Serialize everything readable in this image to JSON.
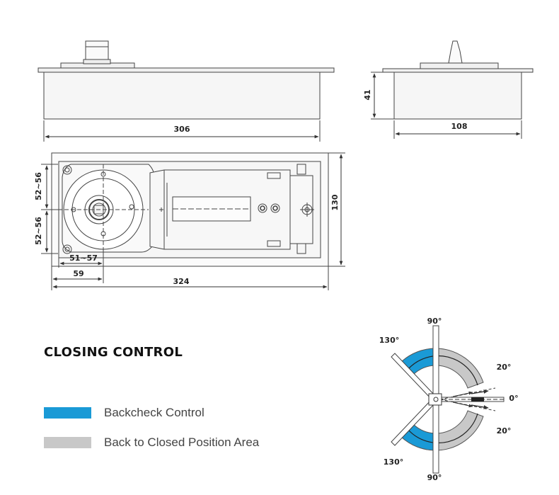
{
  "dimensions": {
    "side_length": "306",
    "end_height": "41",
    "end_width": "108",
    "plan_offset_top": "52~56",
    "plan_offset_bottom": "52~56",
    "plan_height": "130",
    "plan_spindle": "51~57",
    "plan_spindle_edge": "59",
    "plan_length": "324"
  },
  "closing_control": {
    "title": "CLOSING CONTROL",
    "legend": [
      {
        "label": "Backcheck Control",
        "color": "#1a9ad6"
      },
      {
        "label": "Back to Closed Position Area",
        "color": "#c8c8c8"
      }
    ],
    "angles": {
      "top": "90°",
      "upper_left": "130°",
      "upper_right": "20°",
      "right": "0°",
      "lower_right": "20°",
      "lower_left": "130°",
      "bottom": "90°"
    }
  },
  "colors": {
    "line": "#444444",
    "backcheck": "#1a9ad6",
    "closed_area": "#c8c8c8",
    "body_fill": "#f4f4f4"
  }
}
